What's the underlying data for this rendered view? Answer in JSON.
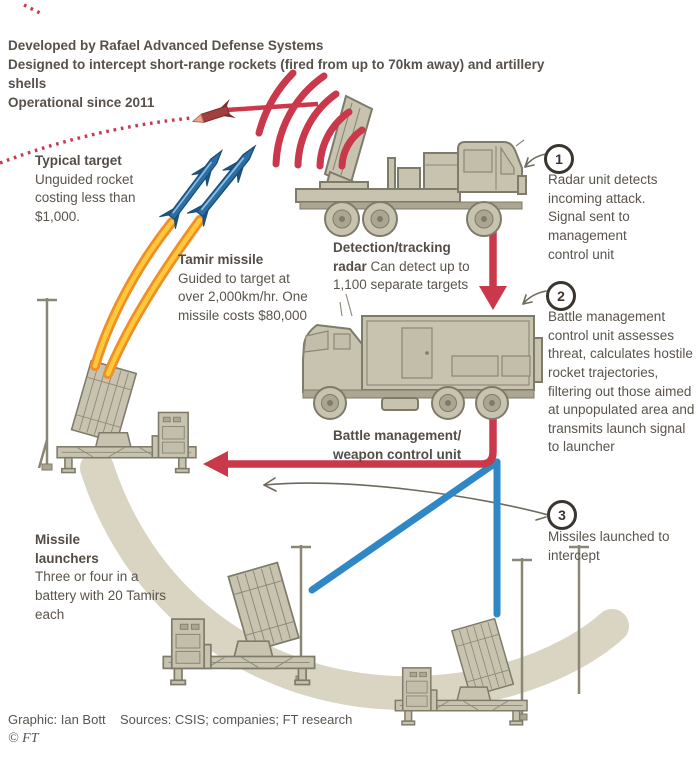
{
  "header": {
    "lines": [
      "Developed by Rafael Advanced Defense Systems",
      "Designed to intercept short-range rockets (fired from up to 70km away) and artillery shells",
      "Operational since 2011"
    ]
  },
  "annotations": {
    "typical_target": {
      "title": "Typical target",
      "body": "Unguided rocket costing less than $1,000."
    },
    "tamir_missile": {
      "title": "Tamir missile",
      "body": "Guided to target at over 2,000km/hr. One missile costs $80,000"
    },
    "detection_radar": {
      "title": "Detection/tracking radar",
      "body": "Can detect up to 1,100 separate targets"
    },
    "battle_management": {
      "title": "Battle management/\nweapon control unit"
    },
    "missile_launchers": {
      "title": "Missile\nlaunchers",
      "body": "Three or four in a battery with 20 Tamirs each"
    }
  },
  "steps": [
    {
      "num": "1",
      "text": "Radar unit detects incoming attack. Signal sent to management control unit"
    },
    {
      "num": "2",
      "text": "Battle management control unit assesses threat, calculates hostile rocket trajectories, filtering out those aimed at unpopulated area and transmits launch signal to launcher"
    },
    {
      "num": "3",
      "text": "Missiles launched to intercept"
    }
  ],
  "footer": {
    "credit": "Graphic: Ian Bott",
    "sources": "Sources: CSIS; companies; FT research",
    "copyright": "© FT"
  },
  "colors": {
    "signal_red": "#c9384b",
    "launch_blue": "#2f87c5",
    "vehicle_fill": "#c7c3ae",
    "vehicle_outline": "#7e7b6a",
    "ground_swoosh": "#d9d5c2",
    "text_gray": "#5a544c",
    "flame_orange": "#ef8f25",
    "flame_yellow": "#fdc93c",
    "missile_blue": "#2d6ea6"
  }
}
